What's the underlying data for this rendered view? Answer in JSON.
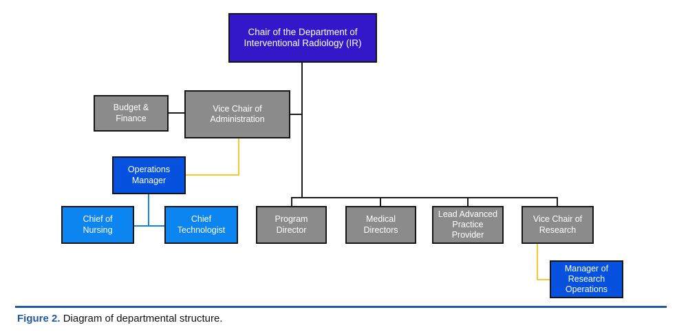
{
  "colors": {
    "chair_fill": "#3318c9",
    "manager_fill": "#0652de",
    "chief_fill": "#0d85f1",
    "gray_fill": "#8b8b8b",
    "connector_black": "#1a1a1a",
    "connector_yellow": "#fcc72c",
    "connector_blue": "#1080f0",
    "caption_accent": "#2257a4",
    "node_text": "#ffffff"
  },
  "diagram": {
    "nodes": {
      "chair": {
        "label": "Chair of the Department of\nInterventional Radiology (IR)"
      },
      "budget_finance": {
        "label": "Budget &\nFinance"
      },
      "vice_chair_admin": {
        "label": "Vice Chair of\nAdministration"
      },
      "operations_manager": {
        "label": "Operations\nManager"
      },
      "chief_nursing": {
        "label": "Chief of\nNursing"
      },
      "chief_technologist": {
        "label": "Chief\nTechnologist"
      },
      "program_director": {
        "label": "Program\nDirector"
      },
      "medical_directors": {
        "label": "Medical\nDirectors"
      },
      "lead_advanced_practice_provider": {
        "label": "Lead Advanced\nPractice\nProvider"
      },
      "vice_chair_research": {
        "label": "Vice Chair of\nResearch"
      },
      "manager_research_operations": {
        "label": "Manager of\nResearch\nOperations"
      }
    }
  },
  "caption": {
    "label": "Figure 2.",
    "text": "Diagram of departmental structure."
  }
}
